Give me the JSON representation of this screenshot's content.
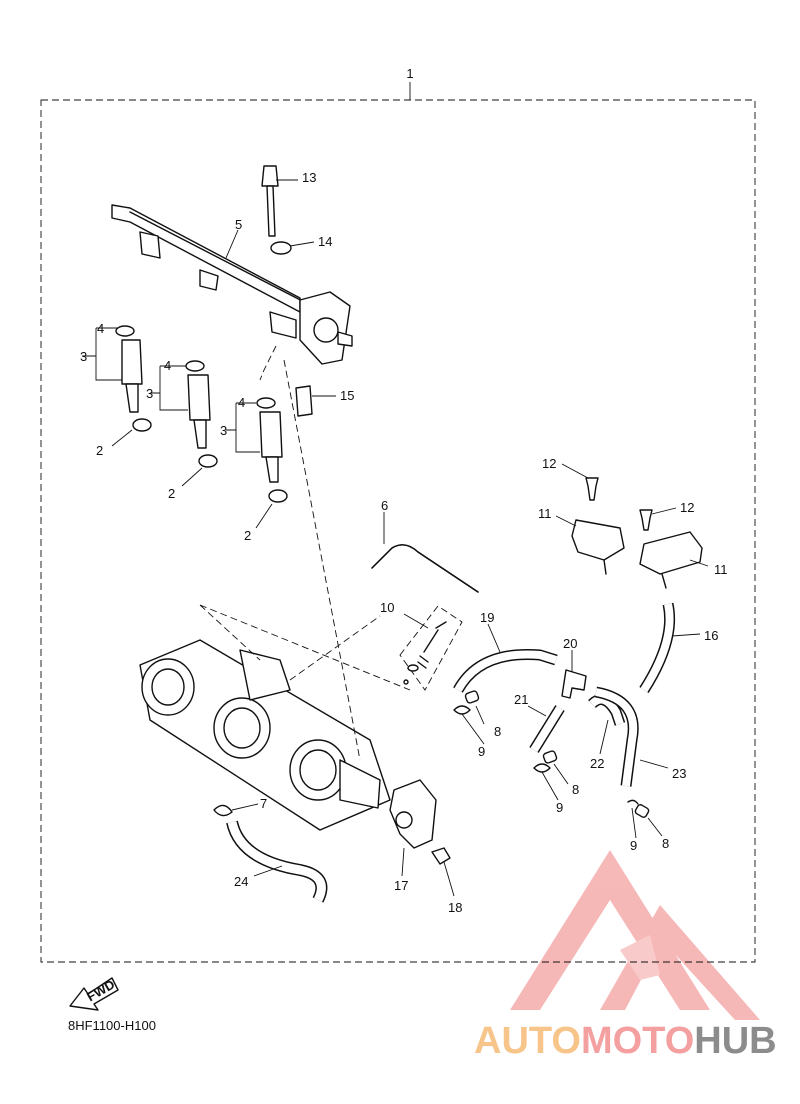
{
  "diagram": {
    "assembly_label": "1",
    "part_code": "8HF1100-H100",
    "fwd_label": "FWD",
    "callouts": {
      "c1": "1",
      "c2a": "2",
      "c2b": "2",
      "c2c": "2",
      "c3a": "3",
      "c3b": "3",
      "c3c": "3",
      "c4a": "4",
      "c4b": "4",
      "c4c": "4",
      "c5": "5",
      "c6": "6",
      "c7": "7",
      "c8a": "8",
      "c8b": "8",
      "c8c": "8",
      "c9a": "9",
      "c9b": "9",
      "c9c": "9",
      "c10": "10",
      "c11a": "11",
      "c11b": "11",
      "c12a": "12",
      "c12b": "12",
      "c13": "13",
      "c14": "14",
      "c15": "15",
      "c16": "16",
      "c17": "17",
      "c18": "18",
      "c19": "19",
      "c20": "20",
      "c21": "21",
      "c22": "22",
      "c23": "23",
      "c24": "24"
    }
  },
  "watermark": {
    "part1": "AUTO",
    "part2": "MOTO",
    "part3": "HUB",
    "colors": {
      "auto": "#f7c58a",
      "moto": "#f4a0a0",
      "hub": "#8c8c8c",
      "logo": "#f4a0a0"
    }
  }
}
